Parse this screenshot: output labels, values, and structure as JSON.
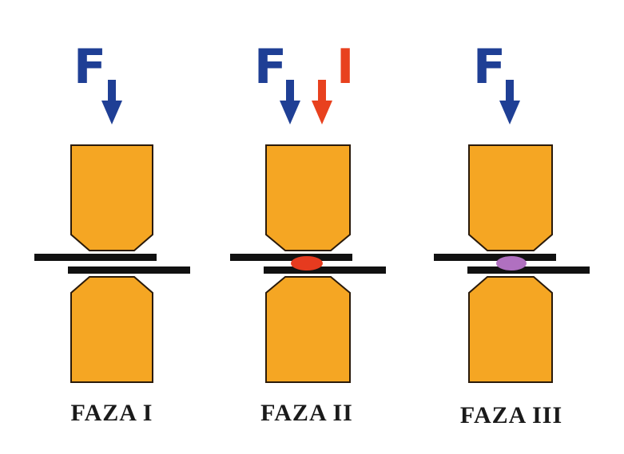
{
  "colors": {
    "force_blue": "#1f3f95",
    "current_red": "#e8411e",
    "electrode_orange": "#f5a623",
    "sheet_black": "#111111",
    "nugget_molten": "#e63b1f",
    "nugget_solid": "#b070c0",
    "label_black": "#1a1a1a"
  },
  "phases": [
    {
      "title": "FAZA I",
      "force_label": "F",
      "current_label": "",
      "nugget": "none"
    },
    {
      "title": "FAZA II",
      "force_label": "F",
      "current_label": "I",
      "nugget": "molten"
    },
    {
      "title": "FAZA III",
      "force_label": "F",
      "current_label": "",
      "nugget": "solidified"
    }
  ]
}
